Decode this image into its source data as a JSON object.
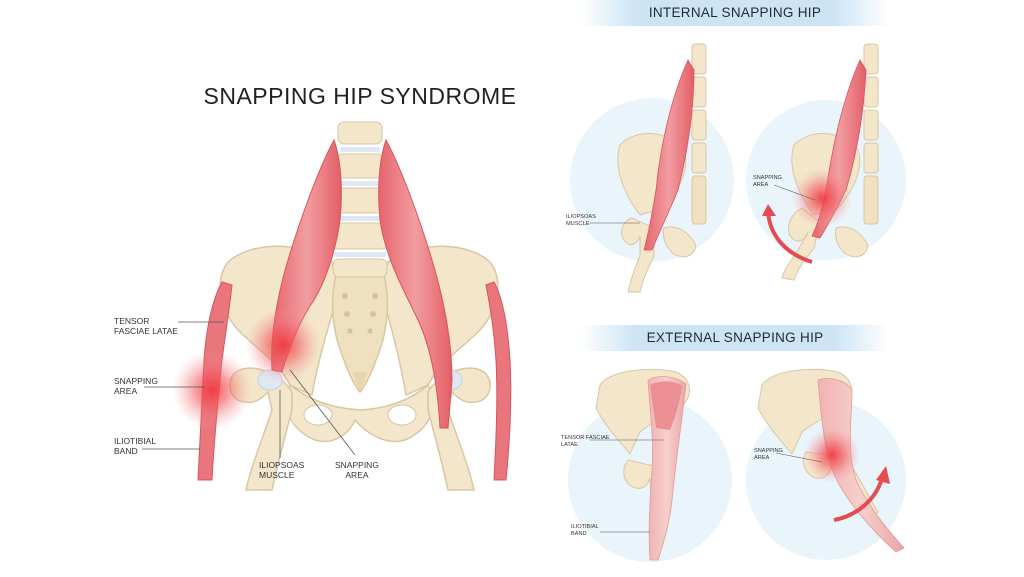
{
  "title": "SNAPPING HIP SYNDROME",
  "panels": {
    "internal": "INTERNAL SNAPPING HIP",
    "external": "EXTERNAL SNAPPING HIP"
  },
  "labels": {
    "main": {
      "tensor": [
        "TENSOR",
        "FASCIAE LATAE"
      ],
      "snapping_left": [
        "SNAPPING",
        "AREA"
      ],
      "iliotibial": [
        "ILIOTIBIAL",
        "BAND"
      ],
      "iliopsoas": [
        "ILIOPSOAS",
        "MUSCLE"
      ],
      "snapping_center": [
        "SNAPPING",
        "AREA"
      ]
    },
    "internal": {
      "iliopsoas": [
        "ILIOPSOAS",
        "MUSCLE"
      ],
      "snapping": [
        "SNAPPING",
        "AREA"
      ]
    },
    "external": {
      "tensor": "TENSOR FASCIAE LATAE",
      "iliotibial": [
        "ILIOTIBIAL",
        "BAND"
      ],
      "snapping": [
        "SNAPPING",
        "AREA"
      ]
    }
  },
  "colors": {
    "bone": "#f3e6cb",
    "bone_outline": "#d9c7a3",
    "muscle": "#eb7d83",
    "muscle_dark": "#d9545d",
    "glow": "#f03a40",
    "banner": "#cde4f5",
    "circle_bg": "#eaf4fb",
    "arrow": "#e54b52"
  }
}
